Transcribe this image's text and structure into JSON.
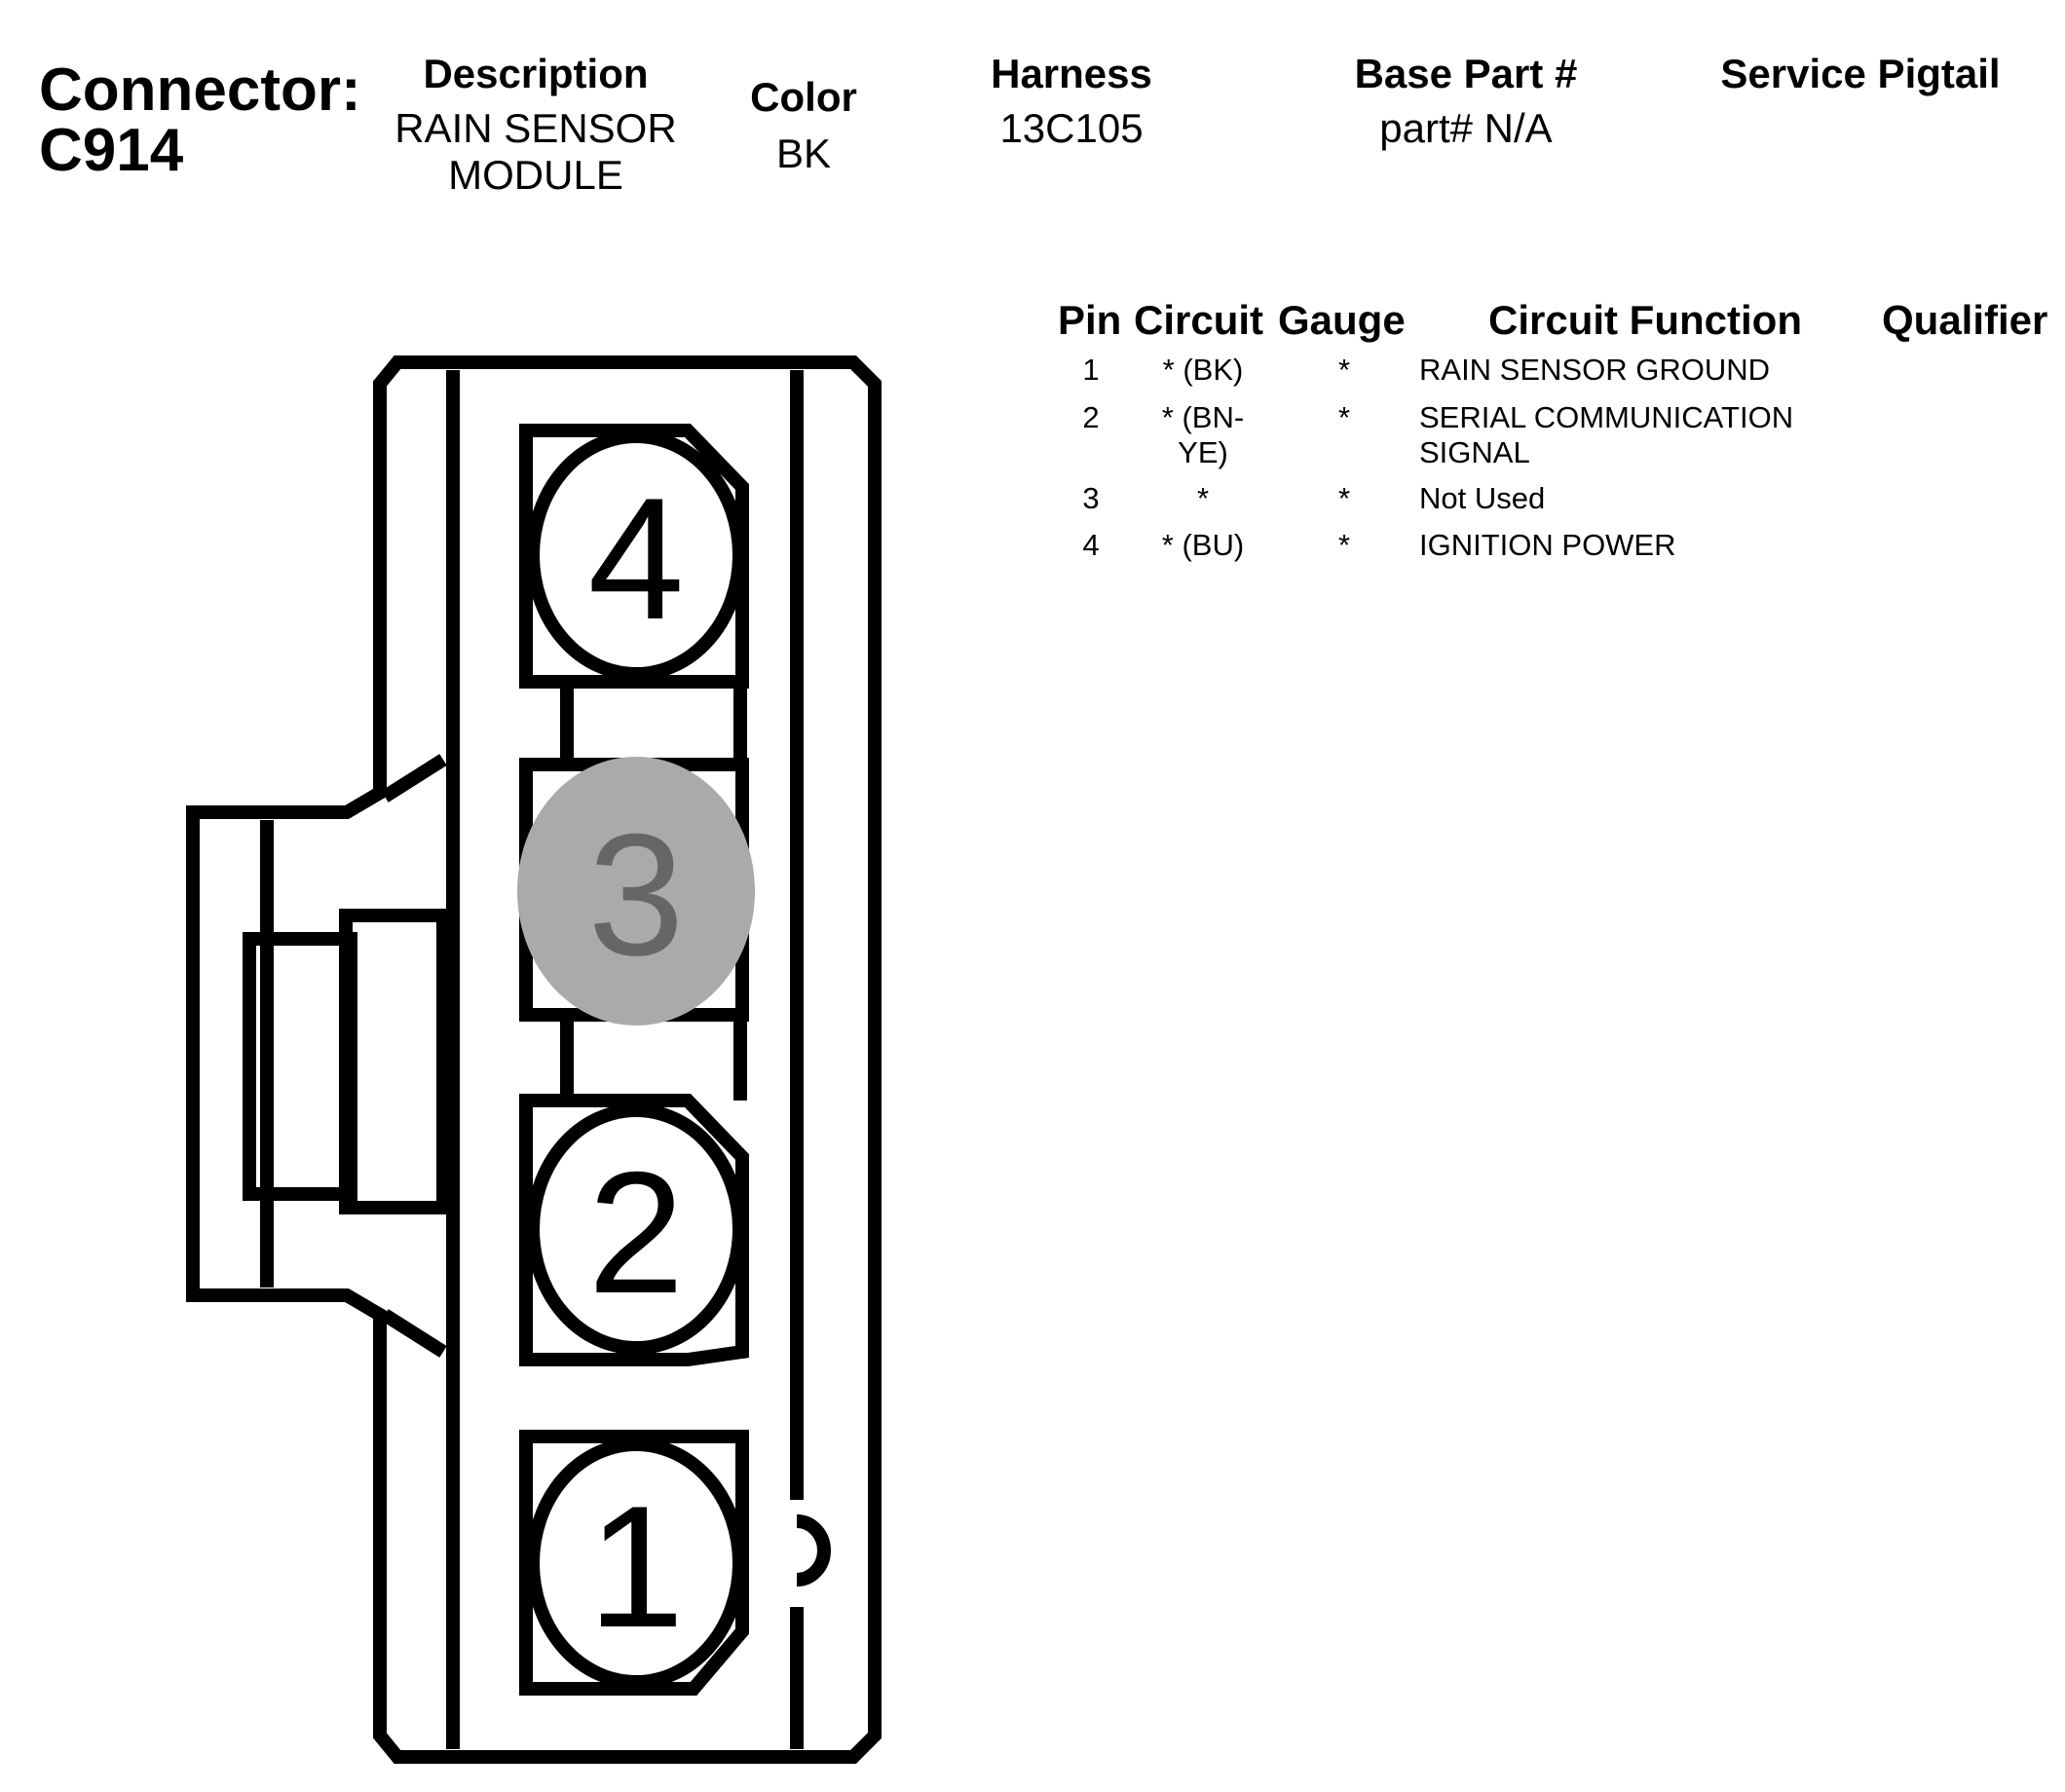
{
  "connector": {
    "label": "Connector:",
    "id": "C914"
  },
  "header": {
    "description_label": "Description",
    "description_value_line1": "RAIN SENSOR",
    "description_value_line2": "MODULE",
    "color_label": "Color",
    "color_value": "BK",
    "harness_label": "Harness",
    "harness_value": "13C105",
    "base_part_label": "Base Part #",
    "base_part_value": "part# N/A",
    "pigtail_label": "Service Pigtail"
  },
  "table": {
    "headers": {
      "pin": "Pin",
      "circuit": "Circuit",
      "gauge": "Gauge",
      "function": "Circuit Function",
      "qualifier": "Qualifier"
    },
    "rows": [
      {
        "pin": "1",
        "circuit_line1": "* (BK)",
        "circuit_line2": "",
        "gauge": "*",
        "function_line1": "RAIN SENSOR GROUND",
        "function_line2": ""
      },
      {
        "pin": "2",
        "circuit_line1": "* (BN-",
        "circuit_line2": "YE)",
        "gauge": "*",
        "function_line1": "SERIAL COMMUNICATION",
        "function_line2": "SIGNAL"
      },
      {
        "pin": "3",
        "circuit_line1": "*",
        "circuit_line2": "",
        "gauge": "*",
        "function_line1": "Not Used",
        "function_line2": ""
      },
      {
        "pin": "4",
        "circuit_line1": "* (BU)",
        "circuit_line2": "",
        "gauge": "*",
        "function_line1": "IGNITION POWER",
        "function_line2": ""
      }
    ]
  },
  "diagram": {
    "pin_labels": [
      "4",
      "3",
      "2",
      "1"
    ],
    "unused_pin_fill": "#aaaaaa",
    "unused_pin_text": "#666666"
  }
}
